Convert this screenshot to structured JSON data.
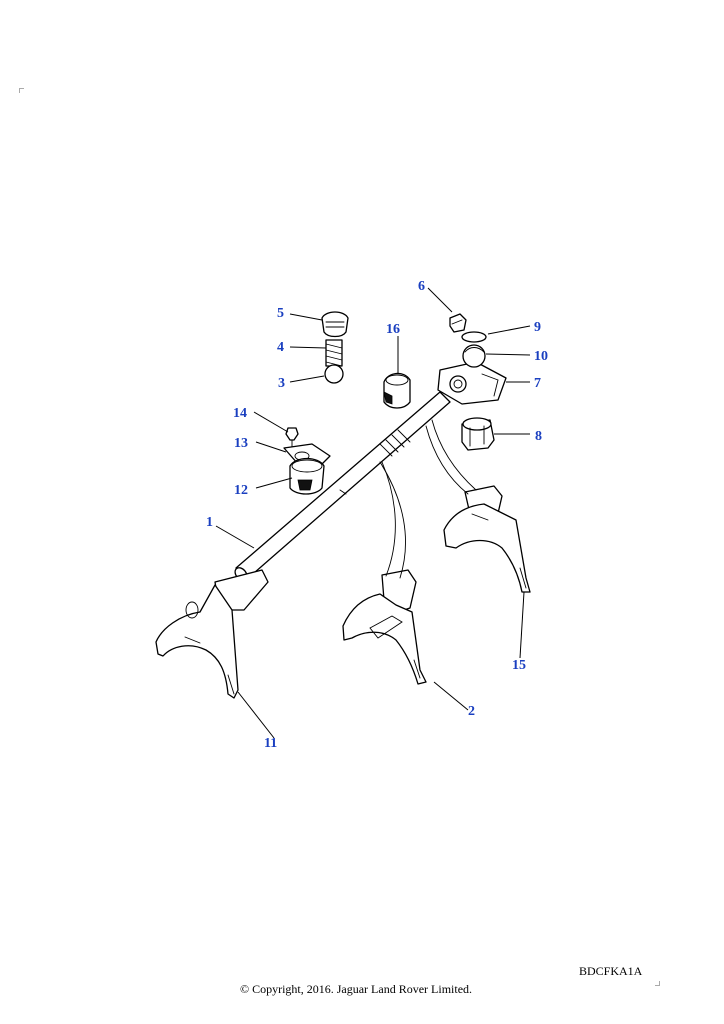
{
  "diagram": {
    "callouts": [
      {
        "label": "1"
      },
      {
        "label": "2"
      },
      {
        "label": "3"
      },
      {
        "label": "4"
      },
      {
        "label": "5"
      },
      {
        "label": "6"
      },
      {
        "label": "7"
      },
      {
        "label": "8"
      },
      {
        "label": "9"
      },
      {
        "label": "10"
      },
      {
        "label": "11"
      },
      {
        "label": "12"
      },
      {
        "label": "13"
      },
      {
        "label": "14"
      },
      {
        "label": "15"
      },
      {
        "label": "16"
      }
    ]
  },
  "footer": {
    "reference_code": "BDCFKA1A",
    "copyright": "© Copyright, 2016. Jaguar Land Rover Limited."
  },
  "colors": {
    "callout": "#1a3fc0",
    "line": "#000000"
  }
}
